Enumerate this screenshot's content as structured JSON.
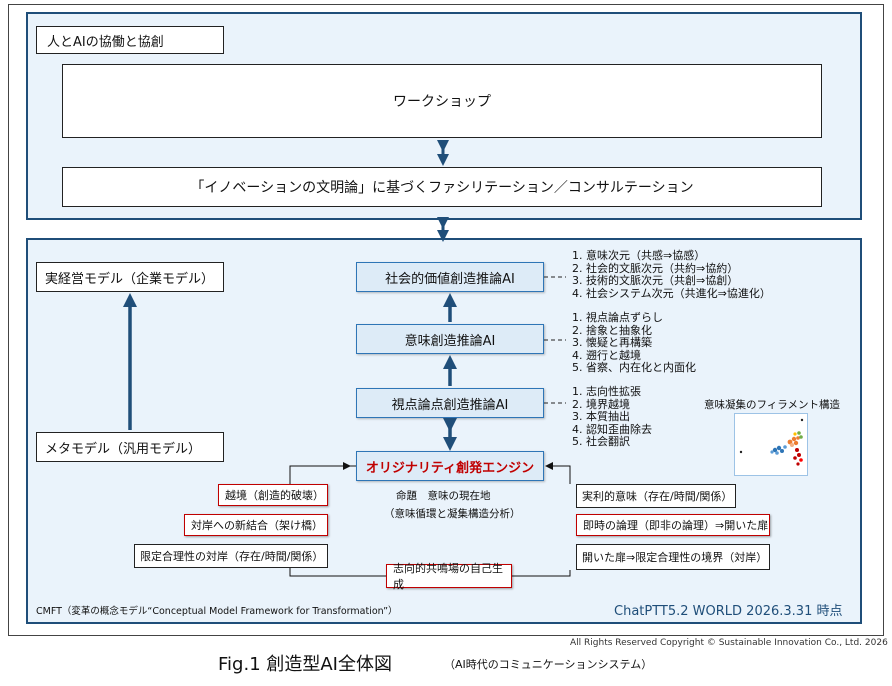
{
  "top_panel": {
    "title": "人とAIの協働と協創",
    "workshop": "ワークショップ",
    "facilitation": "「イノベーションの文明論」に基づくファシリテーション／コンサルテーション"
  },
  "models": {
    "real": "実経営モデル（企業モデル）",
    "meta": "メタモデル（汎用モデル）"
  },
  "ai_boxes": {
    "social": "社会的価値創造推論AI",
    "meaning": "意味創造推論AI",
    "viewpoint": "視点論点創造推論AI",
    "engine": "オリジナリティ創発エンジン"
  },
  "lists": {
    "social": [
      "1. 意味次元（共感⇒協感）",
      "2. 社会的文脈次元（共約⇒協約）",
      "3. 技術的文脈次元（共創⇒協創）",
      "4. 社会システム次元（共進化⇒協進化）"
    ],
    "meaning": [
      "1. 視点論点ずらし",
      "2. 捨象と抽象化",
      "3. 懐疑と再構築",
      "4. 遡行と越境",
      "5. 省察、内在化と内面化"
    ],
    "viewpoint": [
      "1. 志向性拡張",
      "2. 境界越境",
      "3. 本質抽出",
      "4. 認知歪曲除去",
      "5. 社会翻訳"
    ]
  },
  "filament": {
    "label": "意味凝集のフィラメント構造"
  },
  "engine_caption": {
    "line1": "命題　意味の現在地",
    "line2": "（意味循環と凝集構造分析）"
  },
  "left_cycle": {
    "boundary": "越境（創造的破壊）",
    "new_combo": "対岸への新結合（架け橋）",
    "limited": "限定合理性の対岸（存在/時間/関係）"
  },
  "right_cycle": {
    "practical": "実利的意味（存在/時間/関係）",
    "immediate": "即時の論理（即非の論理）⇒開いた扉",
    "open_door": "開いた扉⇒限定合理性の境界（対岸）"
  },
  "bottom_box": "志向的共鳴場の自己生成",
  "cmft": "CMFT（変革の概念モデル“Conceptual Model Framework for Transformation”）",
  "world": "ChatPTT5.2 WORLD 2026.3.31 時点",
  "copyright": "All Rights Reserved Copyright © Sustainable Innovation Co., Ltd.  2026",
  "figure": {
    "title": "Fig.1 創造型AI全体図",
    "subtitle": "（AI時代のコミュニケーションシステム）"
  },
  "colors": {
    "panel_border": "#1f4e79",
    "panel_fill": "#eaf3fb",
    "arrow": "#1f4e79",
    "engine_text": "#c00000",
    "red_border": "#c00000",
    "ai_fill": "#ddebf7",
    "world_text": "#1f4e79"
  }
}
